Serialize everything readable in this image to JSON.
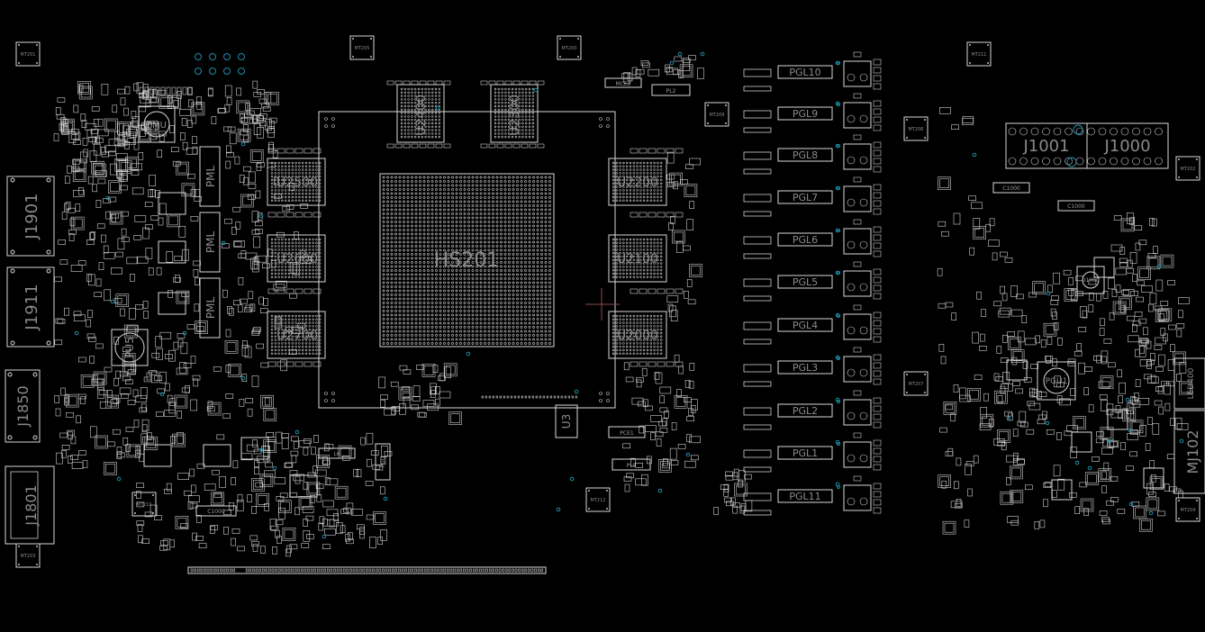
{
  "board": {
    "background": "#000000",
    "outline_color": "#d8d8d8",
    "via_color": "#1d8fa8",
    "label_color": "#8a8a8a"
  },
  "gpu": {
    "label": "HS201"
  },
  "memory": [
    {
      "label": "U2400"
    },
    {
      "label": "U2300"
    },
    {
      "label": "U2500"
    },
    {
      "label": "U2600"
    },
    {
      "label": "U2700"
    },
    {
      "label": "U2200"
    },
    {
      "label": "U2100"
    },
    {
      "label": "U2000"
    }
  ],
  "connectors": [
    {
      "label": "J1901"
    },
    {
      "label": "J1911"
    },
    {
      "label": "J1850"
    },
    {
      "label": "J1801"
    },
    {
      "label": "J1001"
    },
    {
      "label": "J1000"
    },
    {
      "label": "MJ102"
    },
    {
      "label": "LED400"
    }
  ],
  "regulators": [
    {
      "label": "PGL10"
    },
    {
      "label": "PGL9"
    },
    {
      "label": "PGL8"
    },
    {
      "label": "PGL7"
    },
    {
      "label": "PGL6"
    },
    {
      "label": "PGL5"
    },
    {
      "label": "PGL4"
    },
    {
      "label": "PGL3"
    },
    {
      "label": "PGL2"
    },
    {
      "label": "PGL1"
    },
    {
      "label": "PGL11"
    }
  ],
  "other_parts": {
    "pmu": "PMU",
    "pu5": "PU5",
    "pgu1": "PGU1",
    "u3": "U3",
    "u1000": "U1000",
    "pml_top": "PML",
    "pml_mid": "PML",
    "pml_bot": "PML",
    "pl2": "PL2",
    "pl5": "PL5",
    "pce1": "PCE1",
    "mce2": "MCE2",
    "c1000a": "C1000",
    "c1000b": "C1000",
    "c1000c": "C1000",
    "l6": "L6",
    "pgd": "PGD"
  },
  "mounting_holes": [
    "MT201",
    "MT205",
    "MT200",
    "MT211",
    "MT206",
    "MT209",
    "MT202",
    "MT207",
    "MT212",
    "MT210",
    "MT203",
    "MT204"
  ]
}
